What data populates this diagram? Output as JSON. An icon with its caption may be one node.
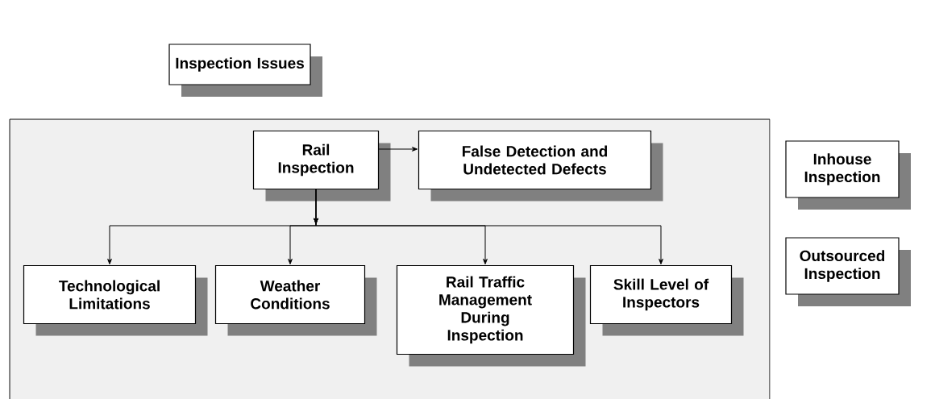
{
  "diagram": {
    "nodes": [
      {
        "text": [
          "Inspection Issues"
        ]
      },
      {
        "text": [],
        "shape": "box"
      },
      {
        "text": [
          "Rail Inspection"
        ],
        "in": 1
      },
      {
        "text": [
          "False Detection and Undetected Defects"
        ],
        "in": 1
      },
      {
        "text": [
          "Technological Limitations"
        ],
        "in": 1
      },
      {
        "text": [
          "Weather Conditions"
        ],
        "in": 1
      },
      {
        "text": [
          "Rail Traffic Management During Inspection"
        ],
        "in": 1
      },
      {
        "text": [
          "Skill Level of Inspectors"
        ],
        "in": 1
      },
      {
        "text": [
          "Inhouse Inspection"
        ]
      },
      {
        "text": [
          "Outsourced Inspection"
        ]
      }
    ],
    "edges": [
      {
        "from": 2,
        "to": 3,
        "arrow": "to"
      },
      {
        "from": 2,
        "to": 4,
        "arrow": "to"
      },
      {
        "from": 2,
        "to": 5,
        "arrow": "to"
      },
      {
        "from": 2,
        "to": 6,
        "arrow": "to"
      },
      {
        "from": 2,
        "to": 7,
        "arrow": "to"
      }
    ]
  }
}
